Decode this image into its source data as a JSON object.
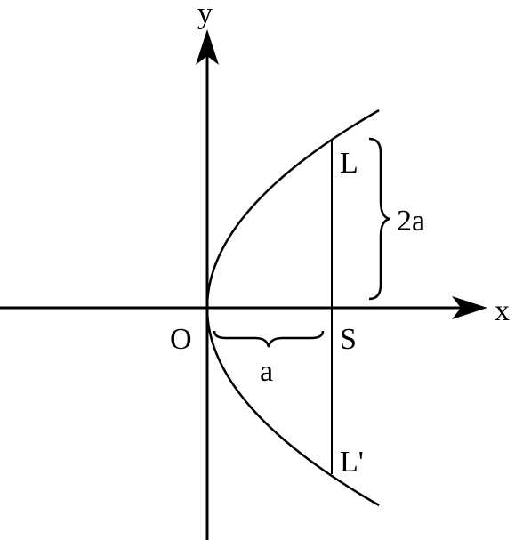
{
  "labels": {
    "y_axis": "y",
    "x_axis": "x",
    "origin": "O",
    "focus": "S",
    "latus_top": "L",
    "latus_bottom": "L'",
    "half_latus": "2a",
    "focal_distance": "a"
  },
  "curve": {
    "name": "parabola",
    "equation_shape": "y^2 = 4ax",
    "opens": "right"
  },
  "colors": {
    "stroke": "#000000",
    "background": "#ffffff"
  }
}
